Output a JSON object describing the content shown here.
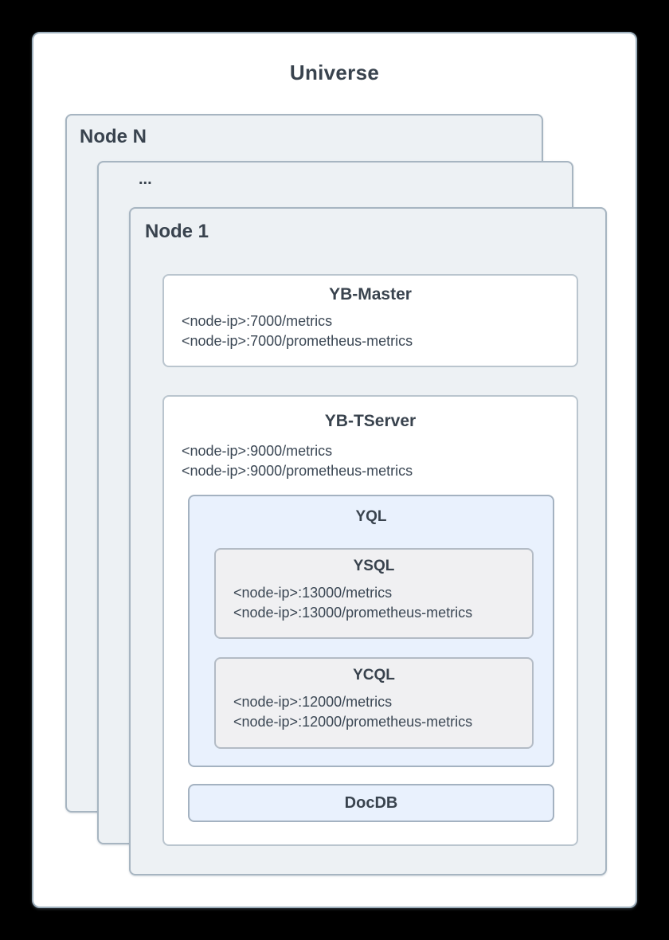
{
  "colors": {
    "page_background": "#000000",
    "universe_fill": "#ffffff",
    "universe_border": "#9eb0bd",
    "node_fill": "#edf1f4",
    "node_border": "#a7b5c1",
    "component_fill": "#ffffff",
    "component_border": "#bac5ce",
    "api_fill": "#e9f1fd",
    "api_border": "#a4b2c1",
    "subapi_fill": "#f0f0f2",
    "subapi_border": "#b3bbc5",
    "text": "#39434e"
  },
  "universe": {
    "title": "Universe",
    "node_n": {
      "label": "Node N"
    },
    "ellipsis": {
      "label": "..."
    },
    "node_1": {
      "label": "Node 1",
      "yb_master": {
        "title": "YB-Master",
        "endpoints": [
          "<node-ip>:7000/metrics",
          "<node-ip>:7000/prometheus-metrics"
        ]
      },
      "yb_tserver": {
        "title": "YB-TServer",
        "endpoints": [
          "<node-ip>:9000/metrics",
          "<node-ip>:9000/prometheus-metrics"
        ],
        "yql": {
          "title": "YQL",
          "ysql": {
            "title": "YSQL",
            "endpoints": [
              "<node-ip>:13000/metrics",
              "<node-ip>:13000/prometheus-metrics"
            ]
          },
          "ycql": {
            "title": "YCQL",
            "endpoints": [
              "<node-ip>:12000/metrics",
              "<node-ip>:12000/prometheus-metrics"
            ]
          }
        },
        "docdb": {
          "title": "DocDB"
        }
      }
    }
  }
}
